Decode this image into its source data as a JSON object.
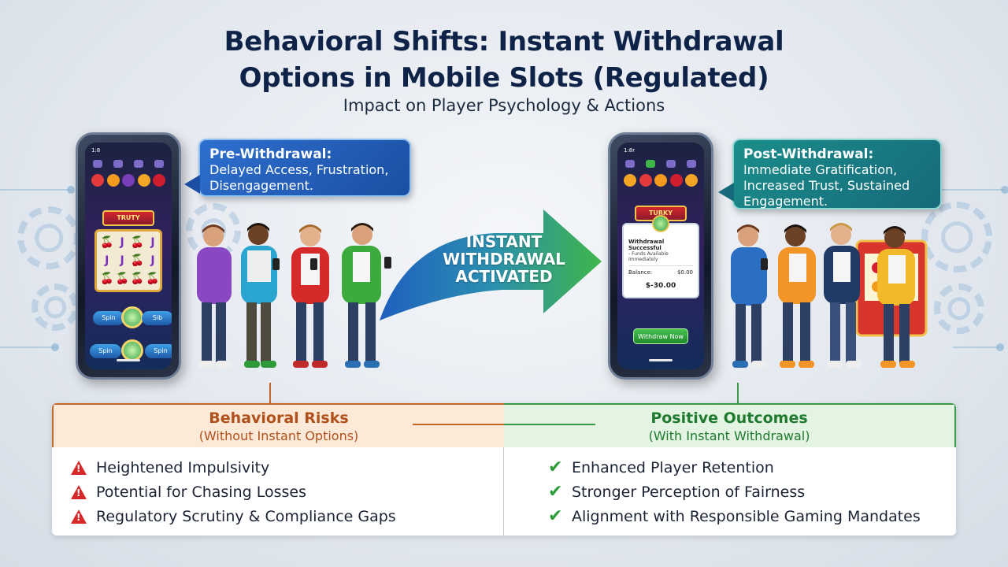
{
  "header": {
    "title_line1": "Behavioral Shifts: Instant Withdrawal",
    "title_line2": "Options in Mobile Slots (Regulated)",
    "subtitle": "Impact on Player Psychology & Actions"
  },
  "pre_bubble": {
    "heading": "Pre-Withdrawal:",
    "line1": "Delayed Access, Frustration,",
    "line2": "Disengagement."
  },
  "post_bubble": {
    "heading": "Post-Withdrawal:",
    "line1": "Immediate Gratification,",
    "line2": "Increased Trust, Sustained",
    "line3": "Engagement."
  },
  "arrow": {
    "line1": "INSTANT",
    "line2": "WITHDRAWAL",
    "line3": "ACTIVATED"
  },
  "left_phone": {
    "status": "1:8",
    "marquee": "TRUTY",
    "reels": [
      "🍒",
      "J",
      "🍒",
      "J",
      "J",
      "J",
      "🍒",
      "J",
      "🍒",
      "🍒",
      "🍒",
      "🍒"
    ],
    "spin_left": "Spin",
    "spin_right": "Spin",
    "spin_top_left": "Spin",
    "spin_top_right": "Sib"
  },
  "right_phone": {
    "status": "1:8r",
    "marquee": "TURKY",
    "modal_heading": "Withdrawal Successful",
    "modal_sub": "- Funds Available Immediately",
    "balance_label": "Balance:",
    "balance_value": "$0.00",
    "amount": "$-30.00",
    "withdraw_button": "Withdraw Now"
  },
  "risks_panel": {
    "title": "Behavioral Risks",
    "subtitle": "(Without Instant Options)",
    "items": [
      "Heightened Impulsivity",
      "Potential for Chasing Losses",
      "Regulatory Scrutiny & Compliance Gaps"
    ]
  },
  "outcomes_panel": {
    "title": "Positive Outcomes",
    "subtitle": "(With Instant Withdrawal)",
    "items": [
      "Enhanced Player Retention",
      "Stronger Perception of Fairness",
      "Alignment with Responsible Gaming Mandates"
    ]
  },
  "colors": {
    "title": "#0e2347",
    "risk_accent": "#c7662a",
    "outcome_accent": "#3b9a47",
    "bubble_pre": "#1b4fa3",
    "bubble_post": "#176a7b",
    "warning_icon": "#d62828",
    "check_icon": "#2e9b3a"
  },
  "icons": {
    "risk": "warning-triangle-icon",
    "outcome": "check-mark-icon"
  }
}
